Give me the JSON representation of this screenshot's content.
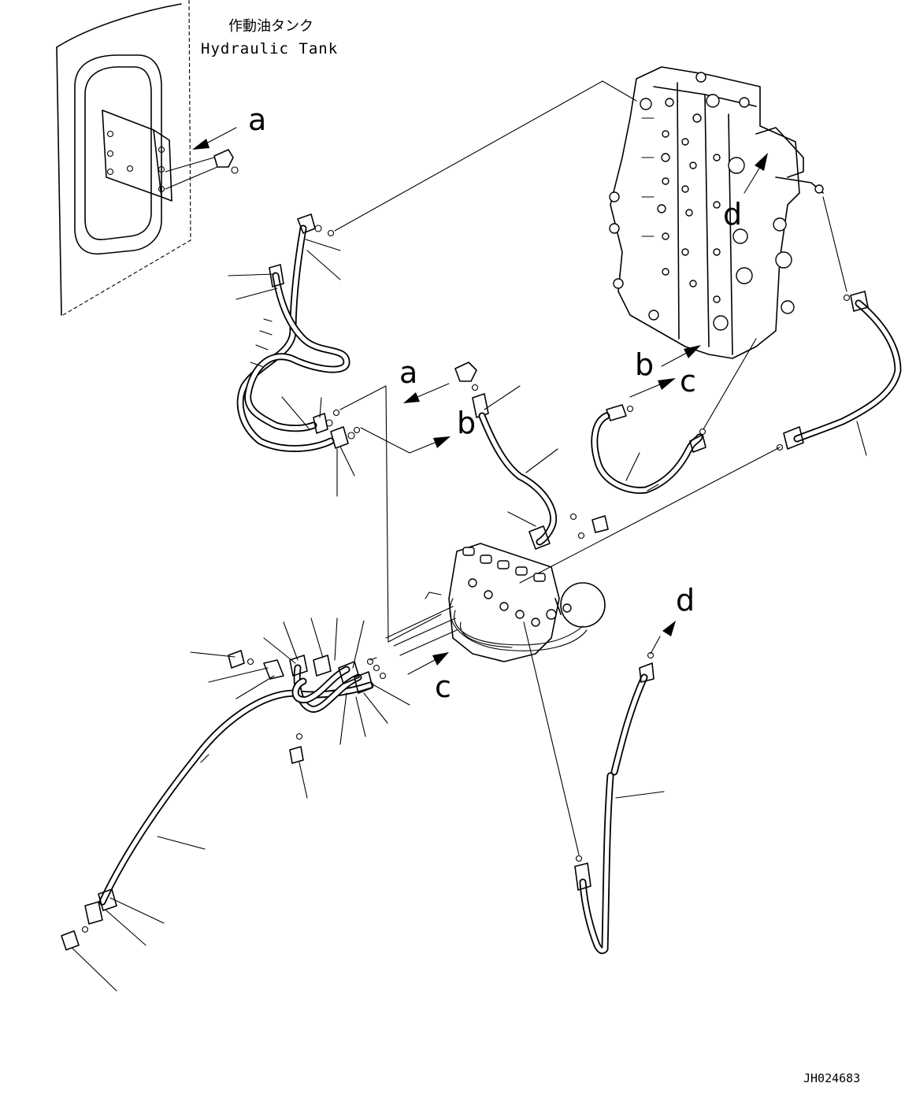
{
  "tank": {
    "label_jp": "作動油タンク",
    "label_en": "Hydraulic Tank"
  },
  "callouts": {
    "a_upper": "a",
    "a_mid": "a",
    "b_mid": "b",
    "b_upper": "b",
    "c_upper": "c",
    "c_lower": "c",
    "d_upper": "d",
    "d_lower": "d"
  },
  "drawing_code": "JH024683"
}
